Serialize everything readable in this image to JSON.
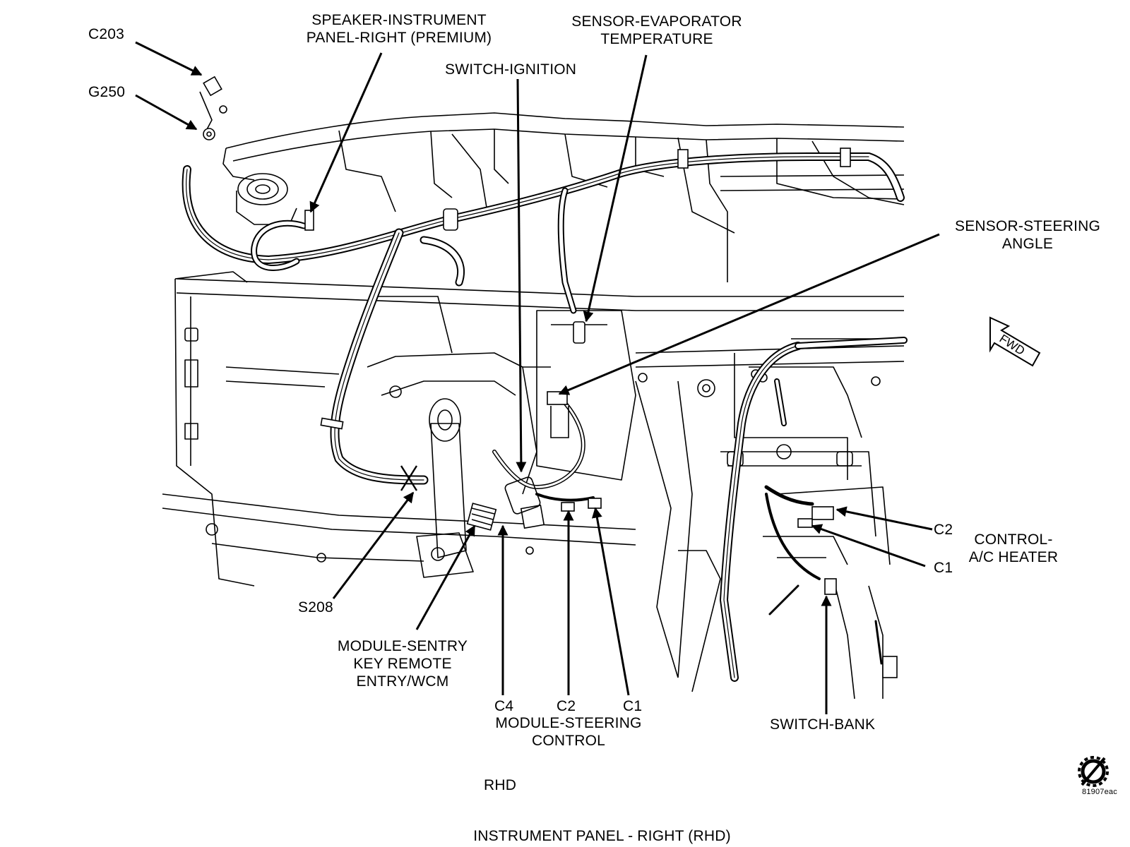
{
  "callouts": {
    "c203": "C203",
    "g250": "G250",
    "speaker": [
      "SPEAKER-INSTRUMENT",
      "PANEL-RIGHT (PREMIUM)"
    ],
    "evap": [
      "SENSOR-EVAPORATOR",
      "TEMPERATURE"
    ],
    "ignition": "SWITCH-IGNITION",
    "steering_angle": [
      "SENSOR-STEERING",
      "ANGLE"
    ],
    "c2_right": "C2",
    "c1_right": "C1",
    "ac_heater": [
      "CONTROL-",
      "A/C HEATER"
    ],
    "s208": "S208",
    "sentry": [
      "MODULE-SENTRY",
      "KEY REMOTE",
      "ENTRY/WCM"
    ],
    "c4": "C4",
    "c2": "C2",
    "c1": "C1",
    "steering_control": [
      "MODULE-STEERING",
      "CONTROL"
    ],
    "switch_bank": "SWITCH-BANK"
  },
  "fwd_label": "FWD",
  "variant": "RHD",
  "caption": "INSTRUMENT PANEL - RIGHT (RHD)",
  "figure_code": "81907eac",
  "colors": {
    "ink": "#000000",
    "paper": "#ffffff"
  },
  "icons": [
    "fwd-arrow-icon",
    "gear-slash-icon"
  ]
}
